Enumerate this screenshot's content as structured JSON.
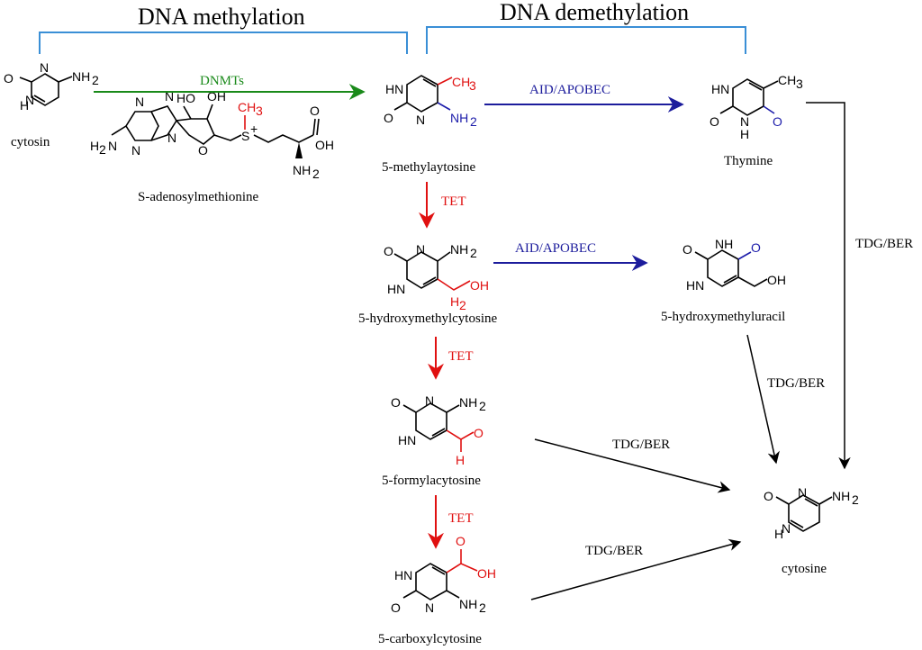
{
  "headers": {
    "methylation": "DNA methylation",
    "demethylation": "DNA demethylation"
  },
  "molecules": {
    "cytosine_start": "cytosin",
    "sam": "S-adenosylmethionine",
    "methylcytosine": "5-methylaytosine",
    "thymine": "Thymine",
    "hydroxymethylcytosine": "5-hydroxymethylcytosine",
    "hydroxymethyluracil": "5-hydroxymethyluracil",
    "formylcytosine": "5-formylacytosine",
    "carboxylcytosine": "5-carboxylcytosine",
    "cytosine_end": "cytosine"
  },
  "enzymes": {
    "dnmts": "DNMTs",
    "aid_apobec_1": "AID/APOBEC",
    "aid_apobec_2": "AID/APOBEC",
    "tet_1": "TET",
    "tet_2": "TET",
    "tet_3": "TET",
    "tdg_ber_thymine": "TDG/BER",
    "tdg_ber_hmu": "TDG/BER",
    "tdg_ber_fc": "TDG/BER",
    "tdg_ber_cac": "TDG/BER"
  },
  "atoms": {
    "NH2": "NH",
    "sub2": "2",
    "HN": "HN",
    "NH": "NH",
    "N": "N",
    "H": "H",
    "O": "O",
    "OH": "OH",
    "HO": "HO",
    "CH3": "CH",
    "sub3": "3",
    "H2N": "H",
    "S_plus": "S",
    "plus": "+"
  },
  "colors": {
    "bracket": "#3a8fd6",
    "green": "#1a8a1a",
    "navy": "#1c1c9c",
    "red": "#e01010",
    "blue_atom": "#1c1caa",
    "black": "#000000"
  }
}
